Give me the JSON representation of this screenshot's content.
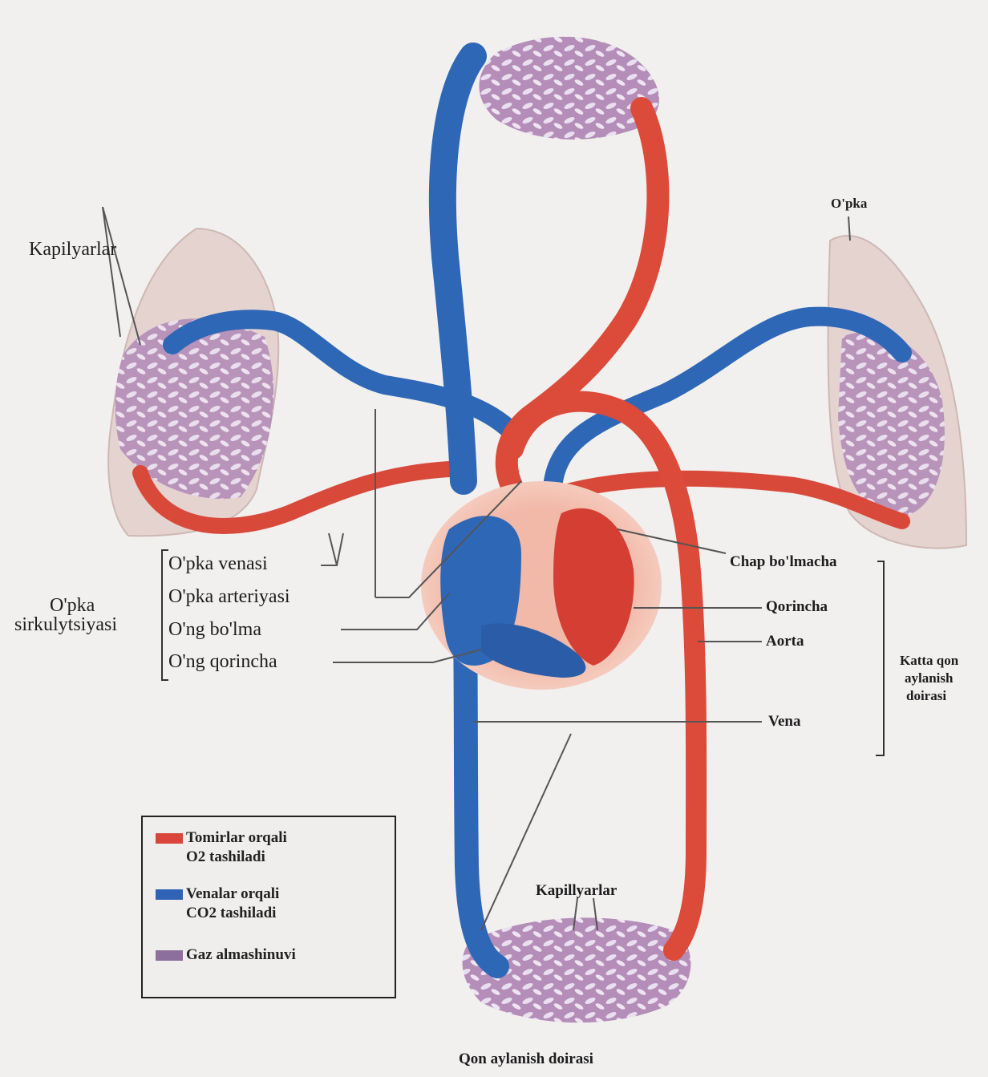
{
  "labels": {
    "kapilyarlar_top": "Kapilyarlar",
    "opka_right": "O'pka",
    "opka_venasi": "O'pka venasi",
    "opka_arteriyasi": "O'pka arteriyasi",
    "ong_bolma": "O'ng bo'lma",
    "ong_qorincha": "O'ng qorincha",
    "opka_sirk_line1": "O'pka",
    "opka_sirk_line2": "sirkulytsiyasi",
    "chap_bolmacha": "Chap bo'lmacha",
    "qorincha": "Qorincha",
    "aorta": "Aorta",
    "vena": "Vena",
    "katta_line1": "Katta qon",
    "katta_line2": "aylanish",
    "katta_line3": "doirasi",
    "kapilyarlar_bottom": "Kapillyarlar",
    "caption": "Qon aylanish doirasi"
  },
  "legend": [
    {
      "line1": "Tomirlar orqali",
      "line2": "O2 tashiladi",
      "color": "#d9453a"
    },
    {
      "line1": "Venalar orqali",
      "line2": "CO2 tashiladi",
      "color": "#2f63b5"
    },
    {
      "line1": "Gaz almashinuvi",
      "line2": "",
      "color": "#8c6f9a"
    }
  ],
  "colors": {
    "artery": "#dc4a3a",
    "vein": "#2f67b7",
    "capillary": "#b98ab0",
    "lung": "#e6d8d6"
  }
}
